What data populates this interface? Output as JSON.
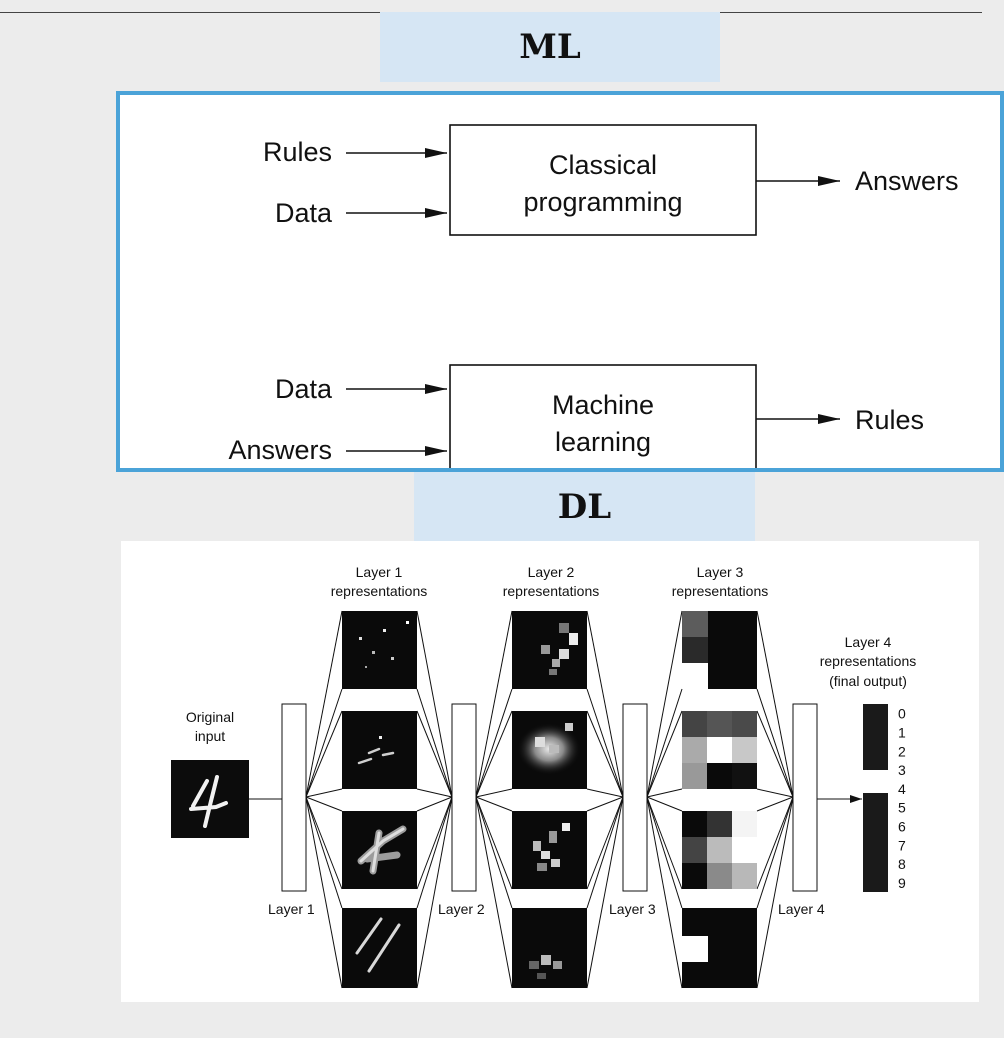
{
  "ml": {
    "banner": "ML",
    "classical": {
      "inputs": [
        "Rules",
        "Data"
      ],
      "box_lines": [
        "Classical",
        "programming"
      ],
      "output": "Answers"
    },
    "machine_learning": {
      "inputs": [
        "Data",
        "Answers"
      ],
      "box_lines": [
        "Machine",
        "learning"
      ],
      "output": "Rules"
    }
  },
  "dl": {
    "banner": "DL",
    "original_input": [
      "Original",
      "input"
    ],
    "layer_headers": [
      [
        "Layer 1",
        "representations"
      ],
      [
        "Layer 2",
        "representations"
      ],
      [
        "Layer 3",
        "representations"
      ]
    ],
    "layer4_header": [
      "Layer 4",
      "representations",
      "(final output)"
    ],
    "layer_labels": [
      "Layer 1",
      "Layer 2",
      "Layer 3",
      "Layer 4"
    ],
    "digits": [
      "0",
      "1",
      "2",
      "3",
      "4",
      "5",
      "6",
      "7",
      "8",
      "9"
    ],
    "highlighted_digit": "4"
  },
  "colors": {
    "banner_bg": "#d6e6f4",
    "box_border": "#4ba3d8",
    "page_bg": "#ececec"
  }
}
